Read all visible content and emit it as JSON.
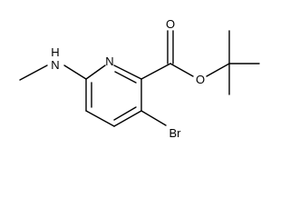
{
  "molecule": {
    "atoms": {
      "ring_nitrogen": "N",
      "amine": "H\nN",
      "carbonyl_oxygen": "O",
      "ester_oxygen": "O",
      "bromine": "Br"
    }
  }
}
